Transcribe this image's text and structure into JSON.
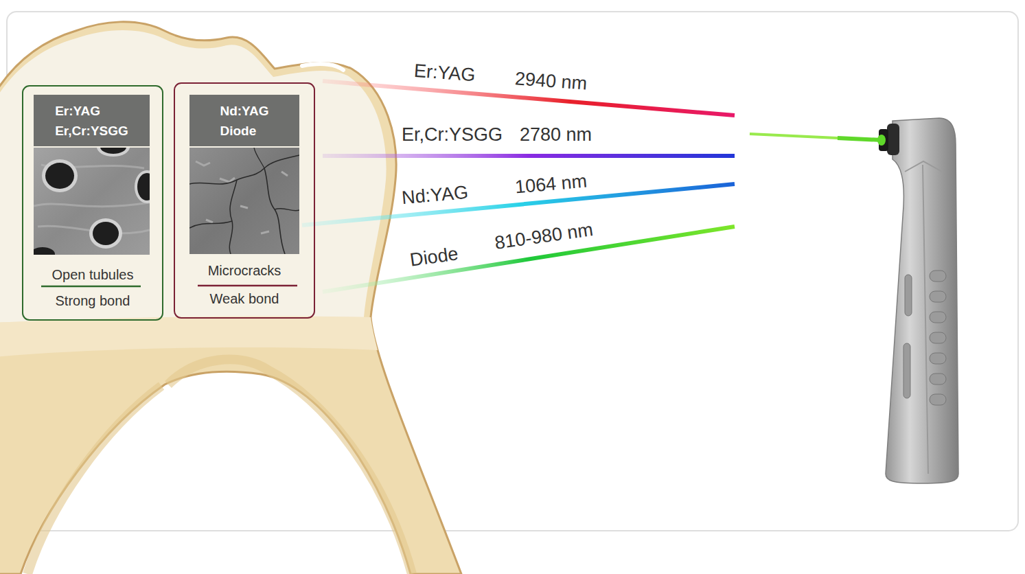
{
  "diagram": {
    "nodes": [
      {
        "text": [
          "Open tubules",
          "Strong bond"
        ]
      },
      {
        "text": [
          "Er:YAG Er,Cr:YSGG"
        ],
        "in": 0
      },
      {
        "text": [
          "Microcracks",
          "Weak bond"
        ]
      },
      {
        "text": [
          "Nd:YAG Diode"
        ],
        "in": 2
      }
    ],
    "labels": [
      "Er:YAG",
      "2940 nm",
      "Er,Cr:YSGG",
      "2780 nm",
      "Nd:YAG",
      "1064 nm",
      "Diode",
      "810-980 nm"
    ]
  }
}
